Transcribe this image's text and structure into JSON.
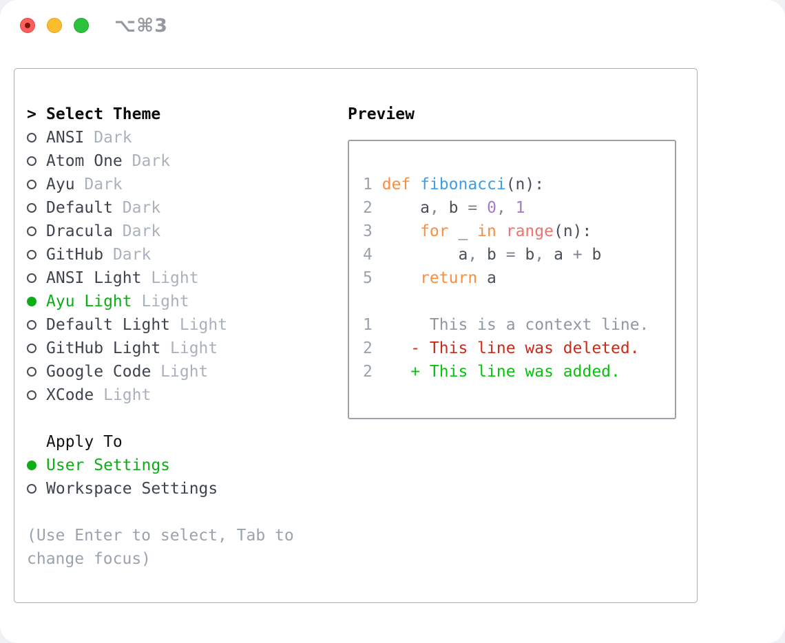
{
  "window": {
    "title": "⌥⌘3",
    "controls": [
      "close",
      "minimize",
      "zoom"
    ]
  },
  "colors": {
    "selected_green": "#0cae16",
    "added_green": "#05c30a",
    "deleted_red": "#cc2a18",
    "keyword_orange": "#fa8d3e",
    "function_blue": "#3b9ee6",
    "number_purple": "#a37acc",
    "builtin_coral": "#f0716e",
    "muted_gray": "#a9b2bc",
    "panel_border": "#a7adb5"
  },
  "theme_picker": {
    "header": {
      "prompt": ">",
      "label": "Select Theme"
    },
    "themes": [
      {
        "name": "ANSI",
        "variant": "Dark",
        "selected": false
      },
      {
        "name": "Atom One",
        "variant": "Dark",
        "selected": false
      },
      {
        "name": "Ayu",
        "variant": "Dark",
        "selected": false
      },
      {
        "name": "Default",
        "variant": "Dark",
        "selected": false
      },
      {
        "name": "Dracula",
        "variant": "Dark",
        "selected": false
      },
      {
        "name": "GitHub",
        "variant": "Dark",
        "selected": false
      },
      {
        "name": "ANSI Light",
        "variant": "Light",
        "selected": false
      },
      {
        "name": "Ayu Light",
        "variant": "Light",
        "selected": true
      },
      {
        "name": "Default Light",
        "variant": "Light",
        "selected": false
      },
      {
        "name": "GitHub Light",
        "variant": "Light",
        "selected": false
      },
      {
        "name": "Google Code",
        "variant": "Light",
        "selected": false
      },
      {
        "name": "XCode",
        "variant": "Light",
        "selected": false
      }
    ],
    "apply_to": {
      "label": "Apply To",
      "options": [
        {
          "name": "User Settings",
          "selected": true
        },
        {
          "name": "Workspace Settings",
          "selected": false
        }
      ]
    },
    "help_lines": [
      "(Use Enter to select, Tab to",
      "change focus)"
    ]
  },
  "preview": {
    "label": "Preview",
    "lines": [
      {
        "n": "1",
        "tokens": [
          [
            "def ",
            "kw"
          ],
          [
            "fibonacci",
            "fn"
          ],
          [
            "(n):",
            "pln"
          ]
        ]
      },
      {
        "n": "2",
        "tokens": [
          [
            "    ",
            "pln"
          ],
          [
            "a",
            "var"
          ],
          [
            ",",
            "pun"
          ],
          [
            " ",
            "pln"
          ],
          [
            "b",
            "var"
          ],
          [
            " ",
            "pln"
          ],
          [
            "=",
            "pun"
          ],
          [
            " ",
            "pln"
          ],
          [
            "0",
            "num"
          ],
          [
            ",",
            "pun"
          ],
          [
            " ",
            "pln"
          ],
          [
            "1",
            "num"
          ]
        ]
      },
      {
        "n": "3",
        "tokens": [
          [
            "    ",
            "pln"
          ],
          [
            "for",
            "kw"
          ],
          [
            " _ ",
            "pln"
          ],
          [
            "in",
            "kw"
          ],
          [
            " ",
            "pln"
          ],
          [
            "range",
            "coral"
          ],
          [
            "(n):",
            "pln"
          ]
        ]
      },
      {
        "n": "4",
        "tokens": [
          [
            "        ",
            "pln"
          ],
          [
            "a",
            "var"
          ],
          [
            ",",
            "pun"
          ],
          [
            " ",
            "pln"
          ],
          [
            "b",
            "var"
          ],
          [
            " ",
            "pln"
          ],
          [
            "=",
            "pun"
          ],
          [
            " ",
            "pln"
          ],
          [
            "b",
            "var"
          ],
          [
            ",",
            "pun"
          ],
          [
            " ",
            "pln"
          ],
          [
            "a",
            "var"
          ],
          [
            " ",
            "pln"
          ],
          [
            "+",
            "pun"
          ],
          [
            " ",
            "pln"
          ],
          [
            "b",
            "var"
          ]
        ]
      },
      {
        "n": "5",
        "tokens": [
          [
            "    ",
            "pln"
          ],
          [
            "return",
            "kw"
          ],
          [
            " ",
            "pln"
          ],
          [
            "a",
            "var"
          ]
        ]
      },
      {
        "blank": true
      },
      {
        "n": "1",
        "tokens": [
          [
            "     This is a context line.",
            "ctx"
          ]
        ]
      },
      {
        "n": "2",
        "tokens": [
          [
            "   - This line was deleted.",
            "del"
          ]
        ]
      },
      {
        "n": "2",
        "tokens": [
          [
            "   + This line was added.",
            "add"
          ]
        ]
      }
    ]
  }
}
